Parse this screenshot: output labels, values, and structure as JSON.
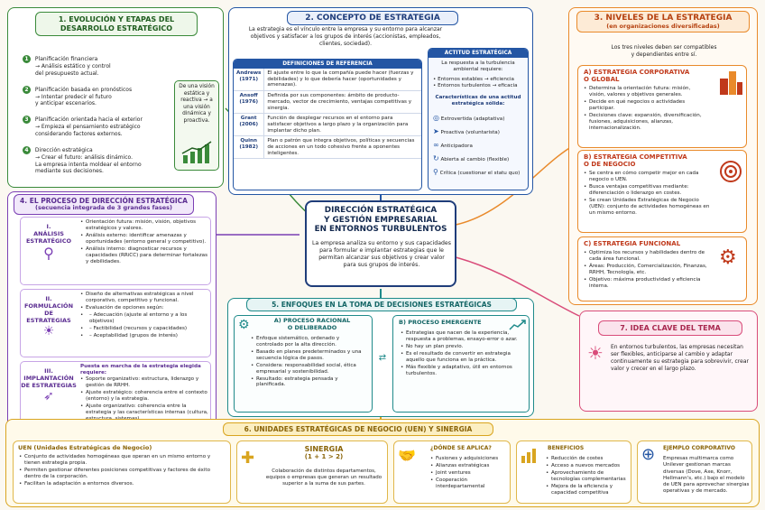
{
  "center": {
    "title1": "DIRECCIÓN ESTRATÉGICA",
    "title2": "Y GESTIÓN EMPRESARIAL",
    "title3": "EN ENTORNOS TURBULENTOS",
    "body": "La empresa analiza su entorno y sus capacidades para formular e implantar estrategias que le permitan alcanzar sus objetivos y crear valor para sus grupos de interés."
  },
  "s1": {
    "title1": "1. EVOLUCIÓN Y ETAPAS DEL",
    "title2": "DESARROLLO ESTRATÉGICO",
    "items": [
      {
        "n": "1",
        "t": "Planificación financiera",
        "d": [
          "→ Análisis estático y control",
          "del presupuesto actual."
        ]
      },
      {
        "n": "2",
        "t": "Planificación basada en pronósticos",
        "d": [
          "→ Intentar predecir el futuro",
          "y anticipar escenarios."
        ]
      },
      {
        "n": "3",
        "t": "Planificación orientada hacia el exterior",
        "d": [
          "→ Empieza el pensamiento estratégico",
          "considerando factores externos."
        ]
      },
      {
        "n": "4",
        "t": "Dirección estratégica",
        "d": [
          "→ Crear el futuro: análisis dinámico.",
          "La empresa intenta moldear el entorno",
          "mediante sus decisiones."
        ]
      }
    ],
    "side": "De una visión estática y reactiva → a una visión dinámica y proactiva."
  },
  "s2": {
    "title": "2. CONCEPTO DE ESTRATEGIA",
    "intro": "La estrategia es el vínculo entre la empresa y su entorno para alcanzar objetivos y satisfacer a los grupos de interés (accionistas, empleados, clientes, sociedad).",
    "defs_title": "DEFINICIONES DE REFERENCIA",
    "defs": [
      {
        "a": "Andrews",
        "y": "(1971)",
        "t": "El ajuste entre lo que la compañía puede hacer (fuerzas y debilidades) y lo que debería hacer (oportunidades y amenazas)."
      },
      {
        "a": "Ansoff",
        "y": "(1976)",
        "t": "Definida por sus componentes: ámbito de producto-mercado, vector de crecimiento, ventajas competitivas y sinergia."
      },
      {
        "a": "Grant",
        "y": "(2006)",
        "t": "Función de desplegar recursos en el entorno para satisfacer objetivos a largo plazo y la organización para implantar dicho plan."
      },
      {
        "a": "Quinn",
        "y": "(1982)",
        "t": "Plan o patrón que integra objetivos, políticas y secuencias de acciones en un todo cohesivo frente a oponentes inteligentes."
      }
    ],
    "att_title": "ACTITUD ESTRATÉGICA",
    "att_intro": "La respuesta a la turbulencia ambiental requiere:",
    "att_rows": [
      "• Entornos estables → eficiencia",
      "• Entornos turbulentos → eficacia"
    ],
    "att_sub": "Características de una actitud estratégica sólida:",
    "att_items": [
      "Extrovertida (adaptativa)",
      "Proactiva (voluntarista)",
      "Anticipadora",
      "Abierta al cambio (flexible)",
      "Crítica (cuestionar el statu quo)"
    ]
  },
  "s3": {
    "title": "3. NIVELES DE LA ESTRATEGIA",
    "sub": "(en organizaciones diversificadas)",
    "intro1": "Los tres niveles deben ser compatibles",
    "intro2": "y dependientes entre sí.",
    "a_title1": "A) ESTRATEGIA CORPORATIVA",
    "a_title2": "O GLOBAL",
    "a_items": [
      "Determina la orientación futura: misión, visión, valores y objetivos generales.",
      "Decide en qué negocios o actividades participar.",
      "Decisiones clave: expansión, diversificación, fusiones, adquisiciones, alianzas, internacionalización."
    ],
    "b_title1": "B) ESTRATEGIA COMPETITIVA",
    "b_title2": "O DE NEGOCIO",
    "b_items": [
      "Se centra en cómo competir mejor en cada negocio o UEN.",
      "Busca ventajas competitivas mediante: diferenciación o liderazgo en costes.",
      "Se crean Unidades Estratégicas de Negocio (UEN): conjunto de actividades homogéneas en un mismo entorno."
    ],
    "c_title": "C) ESTRATEGIA FUNCIONAL",
    "c_items": [
      "Optimiza los recursos y habilidades dentro de cada área funcional.",
      "Áreas: Producción, Comercialización, Finanzas, RRHH, Tecnología, etc.",
      "Objetivo: máxima productividad y eficiencia interna."
    ]
  },
  "s4": {
    "title": "4. EL PROCESO DE DIRECCIÓN ESTRATÉGICA",
    "sub": "(secuencia integrada de 3 grandes fases)",
    "p1": {
      "t": [
        "I.",
        "ANÁLISIS",
        "ESTRATÉGICO"
      ],
      "items": [
        "Orientación futura: misión, visión, objetivos estratégicos y valores.",
        "Análisis externo: identificar amenazas y oportunidades (entorno general y competitivo).",
        "Análisis interno: diagnosticar recursos y capacidades (RRiCC) para determinar fortalezas y debilidades."
      ]
    },
    "p2": {
      "t": [
        "II.",
        "FORMULACIÓN DE",
        "ESTRATEGIAS"
      ],
      "items": [
        "Diseño de alternativas estratégicas a nivel corporativo, competitivo y funcional.",
        "Evaluación de opciones según:",
        "– Adecuación (ajuste al entorno y a los objetivos)",
        "– Factibilidad (recursos y capacidades)",
        "– Aceptabilidad (grupos de interés)"
      ]
    },
    "p3": {
      "t": [
        "III.",
        "IMPLANTACIÓN",
        "DE ESTRATEGIAS"
      ],
      "lead": "Puesta en marcha de la estrategia elegida requiere:",
      "items": [
        "Soporte organizativo: estructura, liderazgo y gestión de RRHH.",
        "Ajuste estratégico: coherencia entre el contexto (entorno) y la estrategia.",
        "Ajuste organizativo: coherencia entre la estrategia y las características internas (cultura, estructura, sistemas)."
      ]
    }
  },
  "s5": {
    "title": "5. ENFOQUES EN LA TOMA DE DECISIONES ESTRATÉGICAS",
    "a_t1": "A) PROCESO RACIONAL",
    "a_t2": "O DELIBERADO",
    "a_items": [
      "Enfoque sistemático, ordenado y controlado por la alta dirección.",
      "Basado en planes predeterminados y una secuencia lógica de pasos.",
      "Considera: responsabilidad social, ética empresarial y sostenibilidad.",
      "Resultado: estrategia pensada y planificada."
    ],
    "b_t": "B) PROCESO EMERGENTE",
    "b_items": [
      "Estrategias que nacen de la experiencia, respuesta a problemas, ensayo-error o azar.",
      "No hay un plan previo.",
      "Es el resultado de convertir en estrategia aquello que funciona en la práctica.",
      "Más flexible y adaptativo, útil en entornos turbulentos."
    ]
  },
  "s6": {
    "title": "6. UNIDADES ESTRATÉGICAS DE NEGOCIO (UEN) Y SINERGIA",
    "uen_t": "UEN (Unidades Estratégicas de Negocio)",
    "uen_items": [
      "Conjunto de actividades homogéneas que operan en un mismo entorno y tienen estrategia propia.",
      "Permiten gestionar diferentes posiciones competitivas y factores de éxito dentro de la corporación.",
      "Facilitan la adaptación a entornos diversos."
    ],
    "sin_t": "SINERGIA",
    "sin_f": "(1 + 1 > 2)",
    "sin_d": "Colaboración de distintos departamentos, equipos o empresas que generan un resultado superior a la suma de sus partes.",
    "where_t": "¿DÓNDE SE APLICA?",
    "where_items": [
      "Fusiones y adquisiciones",
      "Alianzas estratégicas",
      "Joint ventures",
      "Cooperación interdepartamental"
    ],
    "ben_t": "BENEFICIOS",
    "ben_items": [
      "Reducción de costes",
      "Acceso a nuevos mercados",
      "Aprovechamiento de tecnologías complementarias",
      "Mejora de la eficiencia y capacidad competitiva"
    ],
    "ex_t": "EJEMPLO CORPORATIVO",
    "ex_d": "Empresas multimarca como Unilever gestionan marcas diversas (Dove, Axe, Knorr, Hellmann's, etc.) bajo el modelo de UEN para aprovechar sinergias operativas y de mercado."
  },
  "s7": {
    "title": "7. IDEA CLAVE DEL TEMA",
    "body": "En entornos turbulentos, las empresas necesitan ser flexibles, anticiparse al cambio y adaptar continuamente su estrategia para sobrevivir, crear valor y crecer en el largo plazo."
  },
  "colors": {
    "green": "#3a8a3a",
    "blue": "#2456a4",
    "orange": "#e98a2b",
    "purple": "#7b3fb4",
    "teal": "#1f8a8a",
    "pink": "#d94c7a",
    "gold": "#d9a520"
  }
}
